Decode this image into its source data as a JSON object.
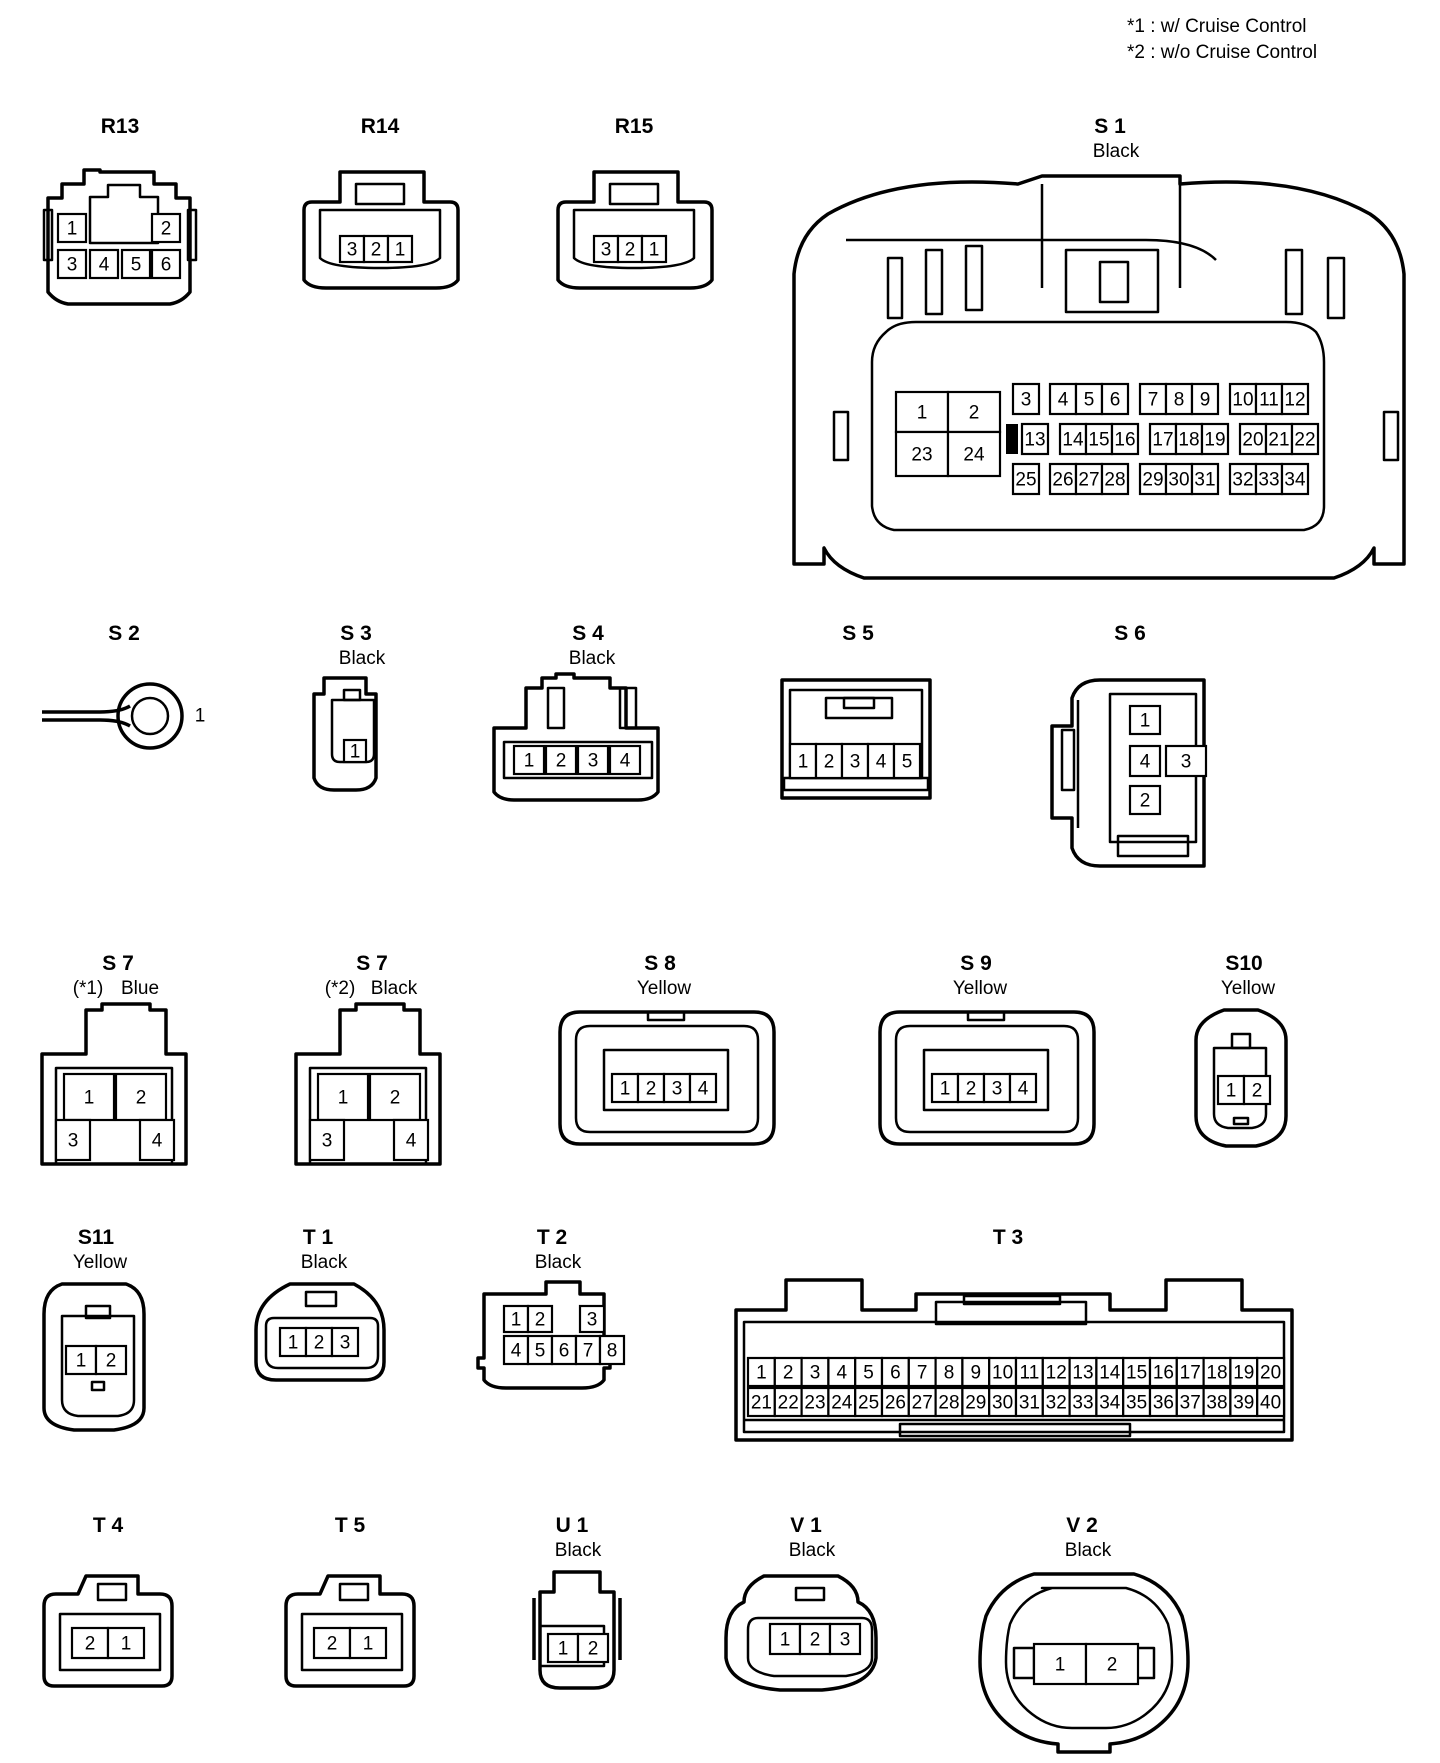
{
  "notes": [
    "*1 : w/ Cruise Control",
    "*2 : w/o Cruise Control"
  ],
  "connectors": {
    "R13": {
      "label": "R13",
      "pins": [
        "1",
        "2",
        "3",
        "4",
        "5",
        "6"
      ]
    },
    "R14": {
      "label": "R14",
      "pins": [
        "3",
        "2",
        "1"
      ]
    },
    "R15": {
      "label": "R15",
      "pins": [
        "3",
        "2",
        "1"
      ]
    },
    "S1": {
      "label": "S 1",
      "color": "Black",
      "pins": [
        "1",
        "2",
        "3",
        "4",
        "5",
        "6",
        "7",
        "8",
        "9",
        "10",
        "11",
        "12",
        "13",
        "14",
        "15",
        "16",
        "17",
        "18",
        "19",
        "20",
        "21",
        "22",
        "23",
        "24",
        "25",
        "26",
        "27",
        "28",
        "29",
        "30",
        "31",
        "32",
        "33",
        "34"
      ]
    },
    "S2": {
      "label": "S 2",
      "pins": [
        "1"
      ]
    },
    "S3": {
      "label": "S 3",
      "color": "Black",
      "pins": [
        "1"
      ]
    },
    "S4": {
      "label": "S 4",
      "color": "Black",
      "pins": [
        "1",
        "2",
        "3",
        "4"
      ]
    },
    "S5": {
      "label": "S 5",
      "pins": [
        "1",
        "2",
        "3",
        "4",
        "5"
      ]
    },
    "S6": {
      "label": "S 6",
      "pins": [
        "1",
        "4",
        "3",
        "2"
      ]
    },
    "S7a": {
      "label": "S 7",
      "variant": "(*1)",
      "color": "Blue",
      "pins": [
        "1",
        "2",
        "3",
        "4"
      ]
    },
    "S7b": {
      "label": "S 7",
      "variant": "(*2)",
      "color": "Black",
      "pins": [
        "1",
        "2",
        "3",
        "4"
      ]
    },
    "S8": {
      "label": "S 8",
      "color": "Yellow",
      "pins": [
        "1",
        "2",
        "3",
        "4"
      ]
    },
    "S9": {
      "label": "S 9",
      "color": "Yellow",
      "pins": [
        "1",
        "2",
        "3",
        "4"
      ]
    },
    "S10": {
      "label": "S10",
      "color": "Yellow",
      "pins": [
        "1",
        "2"
      ]
    },
    "S11": {
      "label": "S11",
      "color": "Yellow",
      "pins": [
        "1",
        "2"
      ]
    },
    "T1": {
      "label": "T 1",
      "color": "Black",
      "pins": [
        "1",
        "2",
        "3"
      ]
    },
    "T2": {
      "label": "T 2",
      "color": "Black",
      "pins": [
        "1",
        "2",
        "3",
        "4",
        "5",
        "6",
        "7",
        "8"
      ]
    },
    "T3": {
      "label": "T 3",
      "pins": [
        "1",
        "2",
        "3",
        "4",
        "5",
        "6",
        "7",
        "8",
        "9",
        "10",
        "11",
        "12",
        "13",
        "14",
        "15",
        "16",
        "17",
        "18",
        "19",
        "20",
        "21",
        "22",
        "23",
        "24",
        "25",
        "26",
        "27",
        "28",
        "29",
        "30",
        "31",
        "32",
        "33",
        "34",
        "35",
        "36",
        "37",
        "38",
        "39",
        "40"
      ]
    },
    "T4": {
      "label": "T 4",
      "pins": [
        "2",
        "1"
      ]
    },
    "T5": {
      "label": "T 5",
      "pins": [
        "2",
        "1"
      ]
    },
    "U1": {
      "label": "U 1",
      "color": "Black",
      "pins": [
        "1",
        "2"
      ]
    },
    "V1": {
      "label": "V 1",
      "color": "Black",
      "pins": [
        "1",
        "2",
        "3"
      ]
    },
    "V2": {
      "label": "V 2",
      "color": "Black",
      "pins": [
        "1",
        "2"
      ]
    }
  }
}
